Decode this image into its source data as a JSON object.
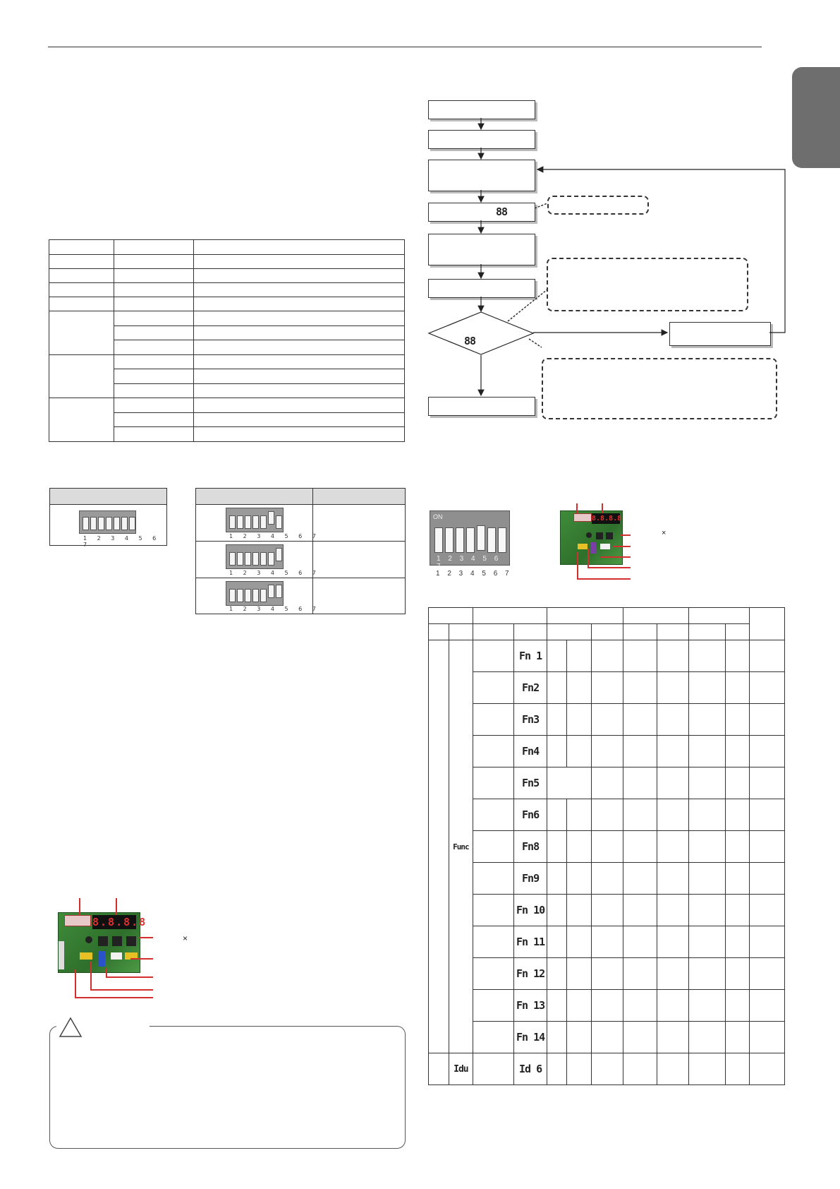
{
  "meta": {
    "colors": {
      "accent_red": "#d32f2f",
      "tab_gray": "#6e6e6e",
      "dip_gray": "#9a9a9a",
      "board_green": "#3f8c3a"
    }
  },
  "dip_labels": {
    "on": "ON",
    "numbers": "1 2 3 4 5 6 7"
  },
  "pcb": {
    "multiply_sign": "×",
    "display_digits": "8.8.8.8"
  },
  "flowchart": {
    "display_symbol": "88"
  },
  "function_table": {
    "mode_label": "Func",
    "idu_label": "Idu",
    "codes": [
      "Fn 1",
      "Fn2",
      "Fn3",
      "Fn4",
      "Fn5",
      "Fn6",
      "Fn8",
      "Fn9",
      "Fn 10",
      "Fn 11",
      "Fn 12",
      "Fn 13",
      "Fn 14"
    ],
    "idu_code": "Id 6"
  },
  "caution": {
    "icon": "warning-triangle-icon"
  }
}
